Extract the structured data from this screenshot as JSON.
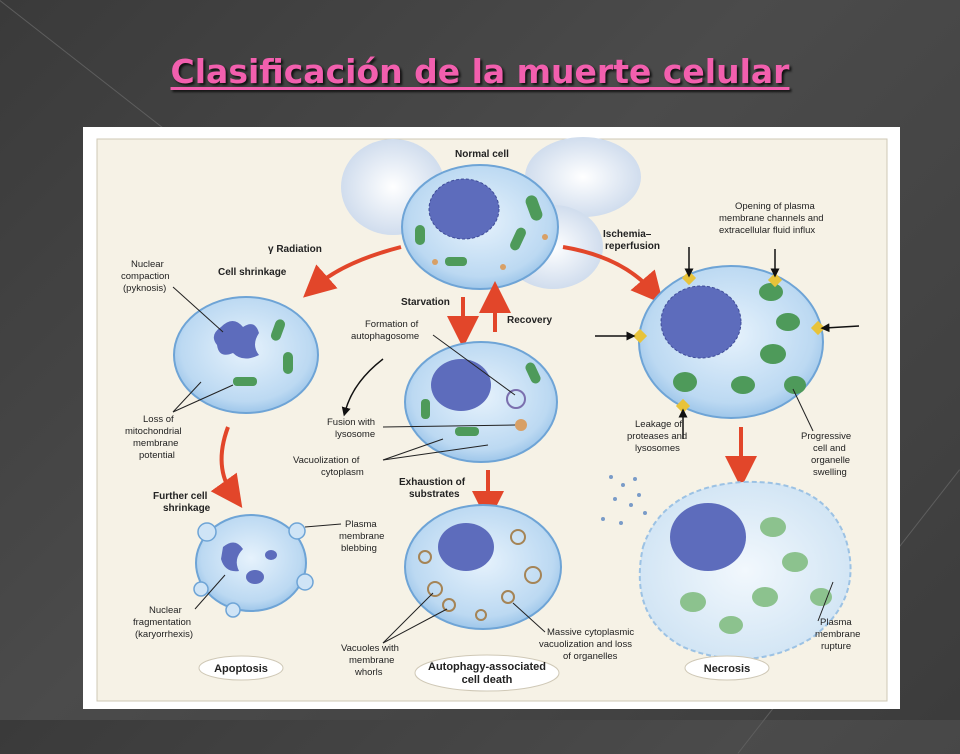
{
  "slide": {
    "title": "Clasificación de la muerte celular"
  },
  "figure": {
    "stages": {
      "normal_cell": "Normal cell",
      "gamma_radiation": "γ Radiation",
      "cell_shrinkage": "Cell shrinkage",
      "starvation": "Starvation",
      "recovery": "Recovery",
      "ischemia": "Ischemia–",
      "reperfusion": "reperfusion",
      "further_shrinkage_1": "Further cell",
      "further_shrinkage_2": "shrinkage",
      "exhaustion_1": "Exhaustion of",
      "exhaustion_2": "substrates"
    },
    "labels": {
      "nuclear_compaction_1": "Nuclear",
      "nuclear_compaction_2": "compaction",
      "nuclear_compaction_3": "(pyknosis)",
      "loss_mito_1": "Loss of",
      "loss_mito_2": "mitochondrial",
      "loss_mito_3": "membrane",
      "loss_mito_4": "potential",
      "formation_1": "Formation of",
      "formation_2": "autophagosome",
      "fusion_1": "Fusion with",
      "fusion_2": "lysosome",
      "vacuolization_1": "Vacuolization of",
      "vacuolization_2": "cytoplasm",
      "opening_1": "Opening of plasma",
      "opening_2": "membrane channels and",
      "opening_3": "extracellular fluid influx",
      "leakage_1": "Leakage of",
      "leakage_2": "proteases and",
      "leakage_3": "lysosomes",
      "progressive_1": "Progressive",
      "progressive_2": "cell and",
      "progressive_3": "organelle",
      "progressive_4": "swelling",
      "blebbing_1": "Plasma",
      "blebbing_2": "membrane",
      "blebbing_3": "blebbing",
      "fragmentation_1": "Nuclear",
      "fragmentation_2": "fragmentation",
      "fragmentation_3": "(karyorrhexis)",
      "vacuoles_1": "Vacuoles with",
      "vacuoles_2": "membrane",
      "vacuoles_3": "whorls",
      "massive_1": "Massive cytoplasmic",
      "massive_2": "vacuolization and loss",
      "massive_3": "of organelles",
      "rupture_1": "Plasma",
      "rupture_2": "membrane",
      "rupture_3": "rupture"
    },
    "captions": {
      "apoptosis": "Apoptosis",
      "autophagy_1": "Autophagy-associated",
      "autophagy_2": "cell death",
      "necrosis": "Necrosis"
    },
    "colors": {
      "title": "#f25fae",
      "arrow": "#e2462a",
      "cell_fill": "#bcd9f2",
      "cell_stroke": "#6ea4d6",
      "nucleus": "#5d6cbc",
      "mitochondria": "#4e9a5a"
    }
  }
}
